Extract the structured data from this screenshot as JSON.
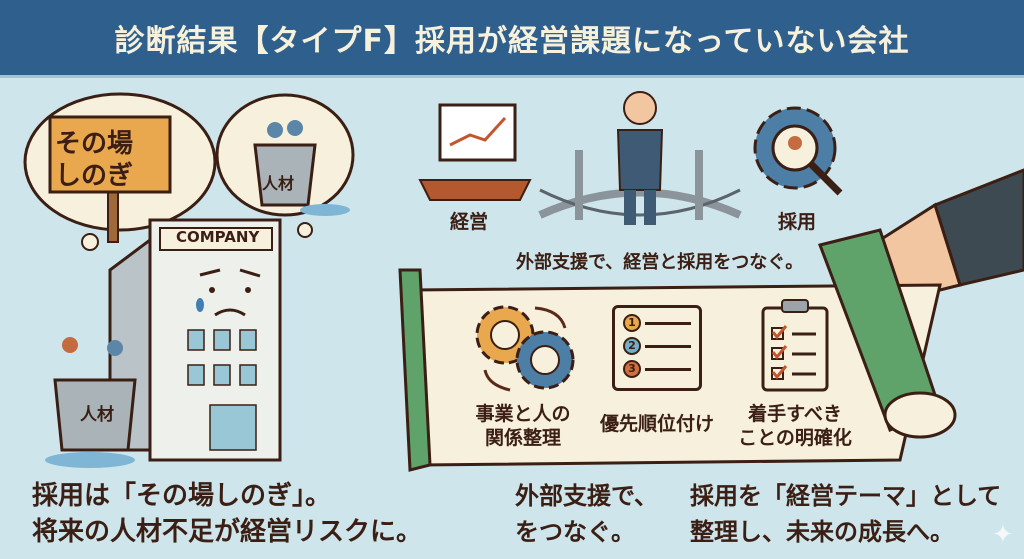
{
  "header": {
    "title": "診断結果【タイプF】採用が経営課題になっていない会社"
  },
  "left": {
    "sign": [
      "その場",
      "しのぎ"
    ],
    "bucket_label": "人材",
    "building_label": "COMPANY",
    "caption": [
      "採用は「その場しのぎ」。",
      "将来の人材不足が経営リスクに。"
    ]
  },
  "bridge": {
    "left_label": "経営",
    "right_label": "採用",
    "subtitle": "外部支援で、経営と採用をつなぐ。"
  },
  "scroll": {
    "items": [
      {
        "label": [
          "事業と人の",
          "関係整理"
        ],
        "icon": "gears-people-icon"
      },
      {
        "label": [
          "優先順位付け"
        ],
        "icon": "numbered-list-icon",
        "numbers": [
          "1",
          "2",
          "3"
        ]
      },
      {
        "label": [
          "着手すべき",
          "ことの明確化"
        ],
        "icon": "checklist-clipboard-icon"
      }
    ]
  },
  "captions": {
    "middle": [
      "外部支援で、",
      "をつなぐ。"
    ],
    "right": [
      "採用を「経営テーマ」として",
      "整理し、未来の成長へ。"
    ]
  },
  "colors": {
    "header": "#2f5f8c",
    "background": "#cde5eb",
    "text": "#3b1f14",
    "green": "#5fa36a",
    "cream": "#f6f0dc"
  }
}
